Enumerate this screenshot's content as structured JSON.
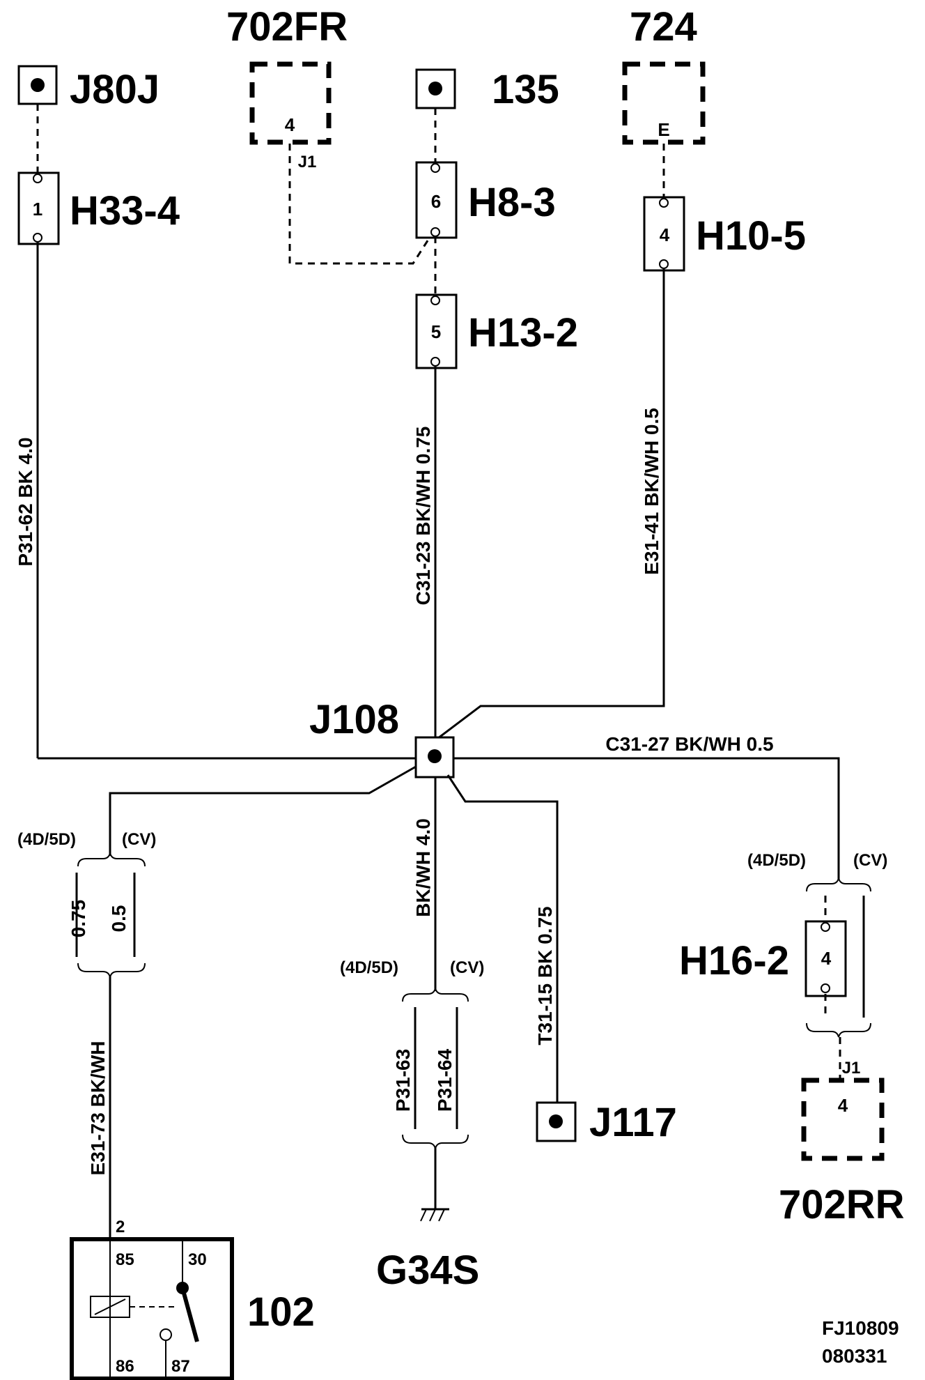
{
  "labels": {
    "J80J": "J80J",
    "702FR": "702FR",
    "135": "135",
    "724": "724",
    "H33_4": "H33-4",
    "H8_3": "H8-3",
    "H10_5": "H10-5",
    "H13_2": "H13-2",
    "J108": "J108",
    "H16_2": "H16-2",
    "J117": "J117",
    "702RR": "702RR",
    "G34S": "G34S",
    "102": "102",
    "fig_id": "FJ10809",
    "fig_date": "080331"
  },
  "pins": {
    "702FR_pin": "4",
    "702FR_j1": "J1",
    "724_pin": "E",
    "H33_4_pin": "1",
    "H8_3_pin": "6",
    "H13_2_pin": "5",
    "H10_5_pin": "4",
    "H16_2_pin": "4",
    "702RR_pin": "4",
    "702RR_j1": "J1",
    "relay_2": "2",
    "relay_85": "85",
    "relay_30": "30",
    "relay_86": "86",
    "relay_87": "87"
  },
  "wires": {
    "left_vertical": "P31-62   BK  4.0",
    "center_vertical": "C31-23   BK/WH  0.75",
    "right_vertical": "E31-41   BK/WH   0.5",
    "c31_27": "C31-27   BK/WH   0.5",
    "g34s_vertical": "BK/WH   4.0",
    "j117_vertical": "T31-15   BK  0.75",
    "relay_vertical": "E31-73   BK/WH",
    "relay_075": "0.75",
    "relay_05": "0.5",
    "g34s_p63": "P31-63",
    "g34s_p64": "P31-64"
  },
  "variants": {
    "left_4d5d": "(4D/5D)",
    "left_cv": "(CV)",
    "mid_4d5d": "(4D/5D)",
    "mid_cv": "(CV)",
    "right_4d5d": "(4D/5D)",
    "right_cv": "(CV)"
  }
}
